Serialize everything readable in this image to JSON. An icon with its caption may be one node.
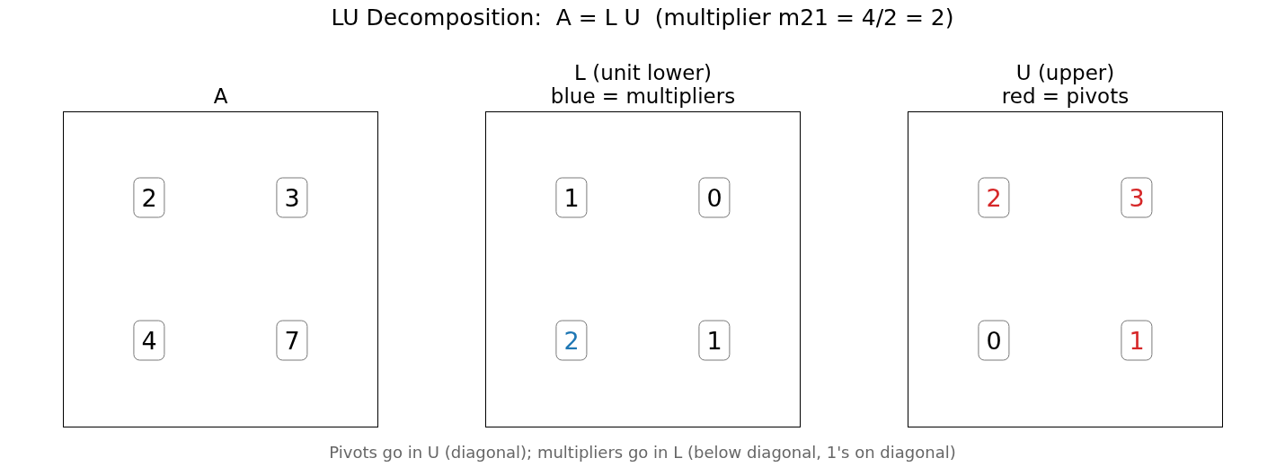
{
  "diagram": {
    "title": "LU Decomposition:  A = L U  (multiplier m21 = 4/2 = 2)",
    "nodes": [
      {
        "text": [
          "A"
        ]
      },
      {
        "text": [
          "2"
        ],
        "in": 0
      },
      {
        "text": [
          "3"
        ],
        "in": 0
      },
      {
        "text": [
          "4"
        ],
        "in": 0
      },
      {
        "text": [
          "7"
        ],
        "in": 0
      },
      {
        "text": [
          "L (unit lower)",
          "blue = multipliers"
        ]
      },
      {
        "text": [
          "1"
        ],
        "in": 5
      },
      {
        "text": [
          "0"
        ],
        "in": 5
      },
      {
        "text": [
          "2"
        ],
        "in": 5
      },
      {
        "text": [
          "1"
        ],
        "in": 5
      },
      {
        "text": [
          "U (upper)",
          "red = pivots"
        ]
      },
      {
        "text": [
          "2"
        ],
        "in": 10
      },
      {
        "text": [
          "3"
        ],
        "in": 10
      },
      {
        "text": [
          "0"
        ],
        "in": 10
      },
      {
        "text": [
          "1"
        ],
        "in": 10
      }
    ],
    "edges": [],
    "caption": "Pivots go in U (diagonal); multipliers go in L (below diagonal, 1's on diagonal)"
  }
}
